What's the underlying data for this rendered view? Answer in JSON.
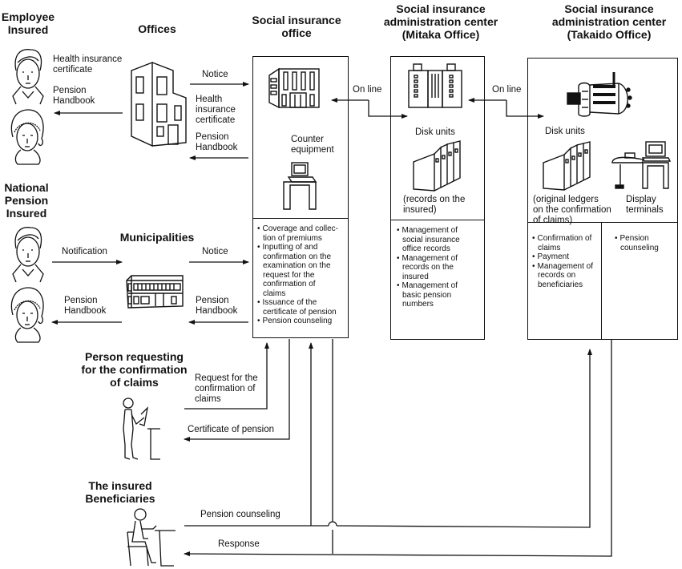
{
  "columns": {
    "employee": {
      "title": "Employee\nInsured"
    },
    "offices": {
      "title": "Offices"
    },
    "sio": {
      "title": "Social insurance\noffice"
    },
    "mitaka": {
      "title": "Social insurance\nadministration center\n(Mitaka Office)"
    },
    "takaido": {
      "title": "Social insurance\nadministration center\n(Takaido Office)"
    }
  },
  "employee_section": {
    "doc1": "Health insurance\ncertificate",
    "doc2": "Pension\nHandbook"
  },
  "offices_flows": {
    "notice": "Notice",
    "health": "Health\ninsurance\ncertificate",
    "handbook": "Pension\nHandbook"
  },
  "sio_box": {
    "equipment_label": "Counter\nequipment",
    "functions": [
      "Coverage and collec-\ntion of premiums",
      "Inputting of and\nconfirmation on the\nexamination on the\nrequest for the\nconfirmation of\nclaims",
      "Issuance of the\ncertificate of pension",
      "Pension counseling"
    ]
  },
  "online": {
    "left": "On line",
    "right": "On line"
  },
  "mitaka_box": {
    "disk_label": "Disk units",
    "records_label": "(records on the\ninsured)",
    "functions": [
      "Management of\nsocial insurance\noffice records",
      "Management of\nrecords on the\ninsured",
      "Management of\nbasic pension\nnumbers"
    ]
  },
  "takaido_box": {
    "disk_label": "Disk units",
    "ledger_label": "(original ledgers\non the confirmation\nof claims)",
    "terminal_label": "Display\nterminals",
    "functions_left": [
      "Confirmation of\nclaims",
      "Payment",
      "Management of\nrecords on\nbeneficiaries"
    ],
    "functions_right": [
      "Pension\ncounseling"
    ]
  },
  "national": {
    "title": "National\nPension\nInsured",
    "municipalities": "Municipalities",
    "notification": "Notification",
    "notice": "Notice",
    "handbook_left": "Pension\nHandbook",
    "handbook_right": "Pension\nHandbook"
  },
  "requester": {
    "title": "Person requesting\nfor the confirmation\nof claims",
    "request": "Request for the\nconfirmation of\nclaims",
    "certificate": "Certificate of pension"
  },
  "beneficiaries": {
    "title": "The insured\nBeneficiaries",
    "counseling": "Pension counseling",
    "response": "Response"
  },
  "icons": {
    "person": "person-figure",
    "building": "office-building",
    "computer": "mainframe",
    "disk": "disk-units",
    "terminal": "display-terminal"
  }
}
